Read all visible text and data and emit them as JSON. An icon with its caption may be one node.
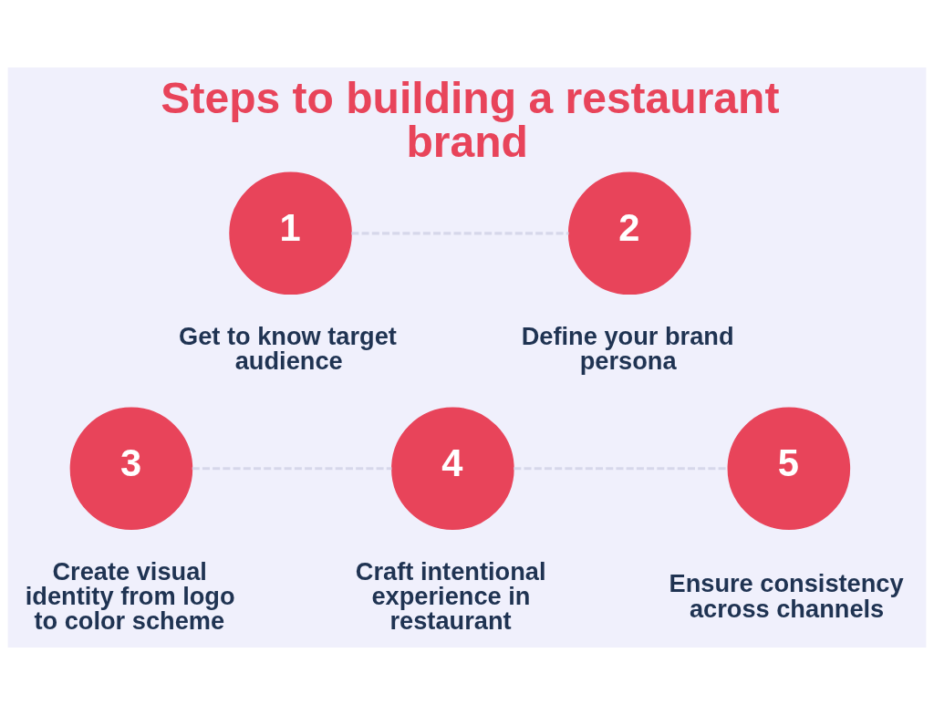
{
  "diagram": {
    "title": "Steps to building a restaurant brand",
    "nodes": [
      {
        "text": [
          "1"
        ],
        "beside": [
          "Get to know target audience"
        ]
      },
      {
        "text": [
          "2"
        ],
        "beside": [
          "Define your brand persona"
        ]
      },
      {
        "text": [
          "3"
        ],
        "beside": [
          "Create visual identity from logo to color scheme"
        ]
      },
      {
        "text": [
          "4"
        ],
        "beside": [
          "Craft intentional experience in restaurant"
        ]
      },
      {
        "text": [
          "5"
        ],
        "beside": [
          "Ensure consistency across channels"
        ]
      }
    ],
    "edges": [
      {
        "from": 0,
        "to": 1,
        "arrow": "none",
        "style": "dashed"
      },
      {
        "from": 2,
        "to": 3,
        "arrow": "none",
        "style": "dashed"
      },
      {
        "from": 3,
        "to": 4,
        "arrow": "none",
        "style": "dashed"
      }
    ]
  }
}
